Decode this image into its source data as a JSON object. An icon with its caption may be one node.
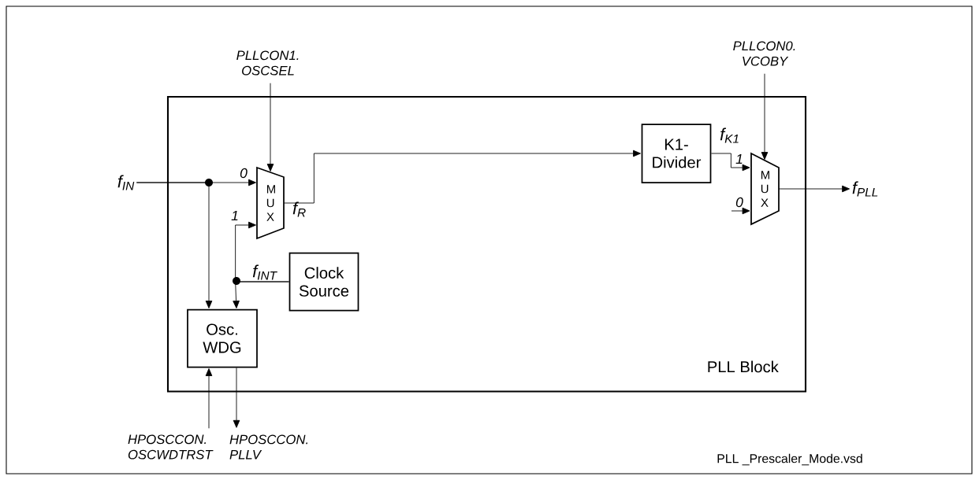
{
  "diagram": {
    "nodes": [
      {
        "text": [
          "PLL Block"
        ]
      },
      {
        "text": [
          "M U X"
        ],
        "in": 0
      },
      {
        "text": [
          "K1-Divider"
        ],
        "in": 0
      },
      {
        "text": [
          "M U X"
        ],
        "in": 0
      },
      {
        "text": [
          "Clock Source"
        ],
        "in": 0
      },
      {
        "text": [
          "Osc. WDG"
        ],
        "in": 0
      },
      {
        "text": [
          "f$_{IN}$"
        ]
      },
      {
        "text": [
          "f$_{PLL}$"
        ]
      },
      {
        "text": [
          "PLLCON1. OSCSEL"
        ]
      },
      {
        "text": [
          "PLLCON0. VCOBY"
        ]
      },
      {
        "text": [
          "HPOSCCON. OSCWDTRST"
        ]
      },
      {
        "text": [
          "HPOSCCON. PLLV"
        ]
      }
    ],
    "edges": [
      {
        "from": 6,
        "to": 1,
        "arrow": "to"
      },
      {
        "from": 6,
        "to": 5,
        "arrow": "to"
      },
      {
        "from": 8,
        "to": 1,
        "arrow": "to"
      },
      {
        "from": 1,
        "to": 2,
        "arrow": "to",
        "label": "f$_{R}$"
      },
      {
        "from": 2,
        "to": 3,
        "arrow": "to",
        "label": "f$_{K1}$"
      },
      {
        "from": 9,
        "to": 3,
        "arrow": "to"
      },
      {
        "from": 3,
        "to": 7,
        "arrow": "to"
      },
      {
        "from": 4,
        "to": 1,
        "arrow": "to",
        "label": "f$_{INT}$"
      },
      {
        "from": 4,
        "to": 5,
        "arrow": "to"
      },
      {
        "from": 10,
        "to": 5,
        "arrow": "to"
      },
      {
        "from": 5,
        "to": 11,
        "arrow": "to"
      },
      {
        "from": null,
        "to": 3,
        "arrow": "to",
        "label": "0"
      }
    ],
    "labels": [
      "0",
      "1",
      "1",
      "PLL _Prescaler_Mode.vsd"
    ]
  }
}
